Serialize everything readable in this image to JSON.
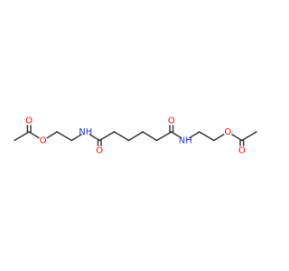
{
  "molecule": {
    "atoms": [
      {
        "id": "c1",
        "element": "C",
        "label": ""
      },
      {
        "id": "c2",
        "element": "C",
        "label": ""
      },
      {
        "id": "o1",
        "element": "O",
        "label": "O"
      },
      {
        "id": "o2",
        "element": "O",
        "label": "O"
      },
      {
        "id": "c3",
        "element": "C",
        "label": ""
      },
      {
        "id": "c4",
        "element": "C",
        "label": ""
      },
      {
        "id": "n1",
        "element": "N",
        "label": "NH"
      },
      {
        "id": "c5",
        "element": "C",
        "label": ""
      },
      {
        "id": "o3",
        "element": "O",
        "label": "O"
      },
      {
        "id": "c6",
        "element": "C",
        "label": ""
      },
      {
        "id": "c7",
        "element": "C",
        "label": ""
      },
      {
        "id": "c8",
        "element": "C",
        "label": ""
      },
      {
        "id": "c9",
        "element": "C",
        "label": ""
      },
      {
        "id": "c10",
        "element": "C",
        "label": ""
      },
      {
        "id": "o4",
        "element": "O",
        "label": "O"
      },
      {
        "id": "n2",
        "element": "N",
        "label": "NH"
      },
      {
        "id": "c11",
        "element": "C",
        "label": ""
      },
      {
        "id": "c12",
        "element": "C",
        "label": ""
      },
      {
        "id": "o5",
        "element": "O",
        "label": "O"
      },
      {
        "id": "c13",
        "element": "C",
        "label": ""
      },
      {
        "id": "o6",
        "element": "O",
        "label": "O"
      },
      {
        "id": "c14",
        "element": "C",
        "label": ""
      }
    ],
    "bonds": [
      {
        "from": "c1",
        "to": "c2",
        "order": 1
      },
      {
        "from": "c2",
        "to": "o1",
        "order": 2
      },
      {
        "from": "c2",
        "to": "o2",
        "order": 1
      },
      {
        "from": "o2",
        "to": "c3",
        "order": 1
      },
      {
        "from": "c3",
        "to": "c4",
        "order": 1
      },
      {
        "from": "c4",
        "to": "n1",
        "order": 1
      },
      {
        "from": "n1",
        "to": "c5",
        "order": 1
      },
      {
        "from": "c5",
        "to": "o3",
        "order": 2
      },
      {
        "from": "c5",
        "to": "c6",
        "order": 1
      },
      {
        "from": "c6",
        "to": "c7",
        "order": 1
      },
      {
        "from": "c7",
        "to": "c8",
        "order": 1
      },
      {
        "from": "c8",
        "to": "c9",
        "order": 1
      },
      {
        "from": "c9",
        "to": "c10",
        "order": 1
      },
      {
        "from": "c10",
        "to": "o4",
        "order": 2
      },
      {
        "from": "c10",
        "to": "n2",
        "order": 1
      },
      {
        "from": "n2",
        "to": "c11",
        "order": 1
      },
      {
        "from": "c11",
        "to": "c12",
        "order": 1
      },
      {
        "from": "c12",
        "to": "o5",
        "order": 1
      },
      {
        "from": "o5",
        "to": "c13",
        "order": 1
      },
      {
        "from": "c13",
        "to": "o6",
        "order": 2
      },
      {
        "from": "c13",
        "to": "c14",
        "order": 1
      }
    ]
  },
  "colors": {
    "bond": "#3a3a3a",
    "oxygen": "#ff0000",
    "nitrogen": "#2b36c8",
    "background": "#ffffff"
  }
}
